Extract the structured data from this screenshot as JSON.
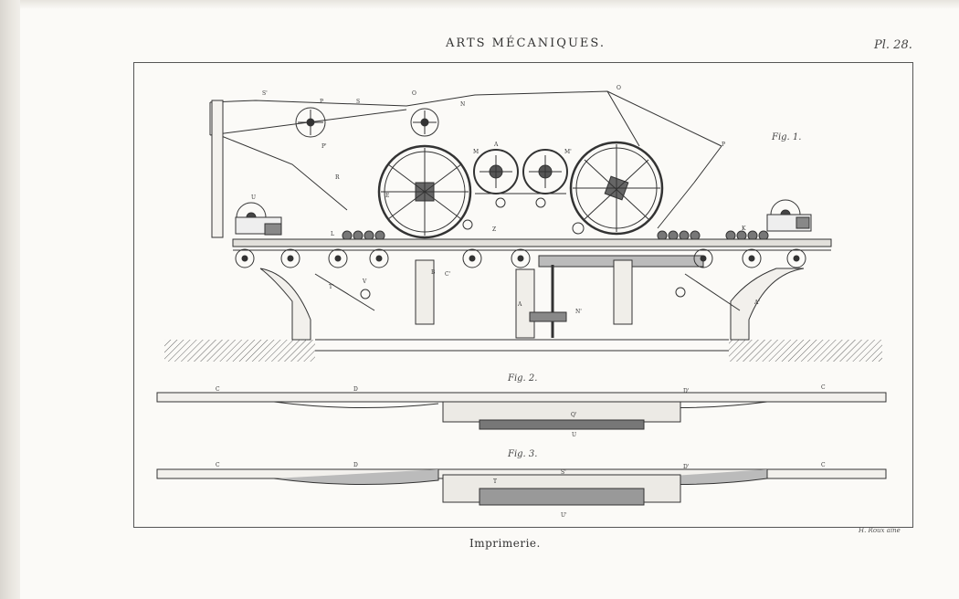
{
  "header": {
    "title": "ARTS MÉCANIQUES.",
    "plate_number": "Pl. 28."
  },
  "figures": {
    "fig1": "Fig. 1.",
    "fig2": "Fig. 2.",
    "fig3": "Fig. 3."
  },
  "caption": "Imprimerie.",
  "engraver": "H. Roux aîné",
  "part_labels": {
    "fig2": [
      "C",
      "D",
      "D'",
      "C",
      "Q'",
      "U"
    ],
    "fig3": [
      "C",
      "D",
      "S'",
      "D'",
      "C",
      "U'",
      "T"
    ],
    "fig1": [
      "S'",
      "P",
      "S",
      "O",
      "N",
      "O",
      "P",
      "M",
      "A",
      "M'",
      "E",
      "Z",
      "U",
      "L",
      "C'",
      "B",
      "V",
      "A'",
      "T'",
      "N'",
      "A",
      "R",
      "K",
      "P'"
    ]
  }
}
